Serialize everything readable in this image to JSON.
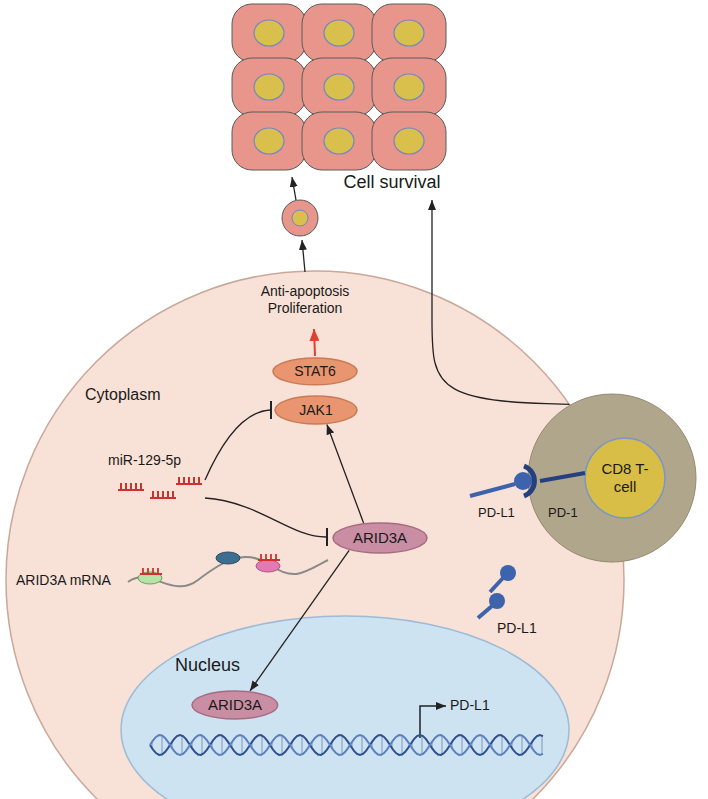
{
  "diagram": {
    "nodes": [
      {
        "text": [
          "Cell survival"
        ]
      },
      {
        "text": [
          "Cytoplasm"
        ]
      },
      {
        "text": [
          "STAT6"
        ],
        "in": 1
      },
      {
        "text": [
          "JAK1"
        ],
        "in": 1
      },
      {
        "text": [
          "CD8 T-cell"
        ]
      },
      {
        "text": [
          "ARID3A"
        ],
        "in": 1
      },
      {
        "text": [
          "Nucleus"
        ],
        "in": 1
      },
      {
        "text": [
          "ARID3A"
        ],
        "in": 6
      }
    ],
    "edges": [
      {
        "from": 5,
        "to": 3,
        "arrow": "to"
      },
      {
        "from": 5,
        "to": 7,
        "arrow": "to"
      },
      {
        "from": 4,
        "to": 0,
        "arrow": "to"
      }
    ],
    "labels": [
      "Anti-apoptosis Proliferation",
      "miR-129-5p",
      "ARID3A mRNA",
      "PD-L1",
      "PD-1",
      "PD-L1",
      "PD-L1"
    ]
  }
}
